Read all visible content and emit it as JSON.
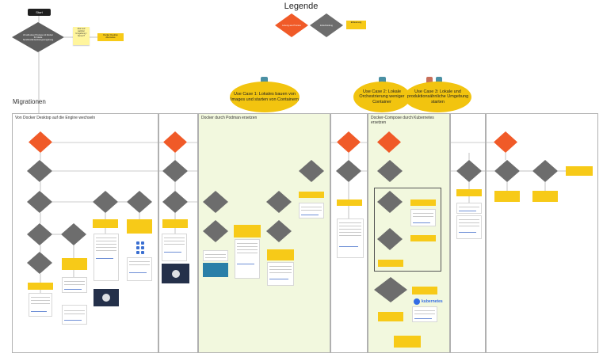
{
  "start": {
    "label": "Start"
  },
  "legend": {
    "title": "Legende",
    "items": [
      {
        "label": "Lösung aus Prozess",
        "color": "#f05a28"
      },
      {
        "label": "Entscheidung",
        "color": "#6d6d6d"
      },
      {
        "label": "Erläuterung",
        "color": "#f7ca18"
      }
    ]
  },
  "intro": {
    "decision": "Ich will einen Prozess mit Docker für lokale Sandbox/Entwicklungsumgebung",
    "sticky": "Aber auf welcher Umgebung / Server?",
    "note": "Docker Desktop Alternative"
  },
  "section_title": "Migrationen",
  "use_cases": [
    {
      "label": "Use Case 1: Lokales bauen von Images und starten von Containern"
    },
    {
      "label": "Use Case 2: Lokale Orchestrierung weniger Container"
    },
    {
      "label": "Use Case 3: Lokale und produktionsähnliche Umgebung starten"
    }
  ],
  "lanes": [
    {
      "title": "Von Docker Desktop auf die Engine wechseln"
    },
    {
      "title": ""
    },
    {
      "title": "Docker durch Podman ersetzen"
    },
    {
      "title": ""
    },
    {
      "title": "Docker-Compose durch Kubernetes ersetzen"
    },
    {
      "title": ""
    },
    {
      "title": ""
    }
  ],
  "k8s": {
    "label": "kubernetes"
  }
}
